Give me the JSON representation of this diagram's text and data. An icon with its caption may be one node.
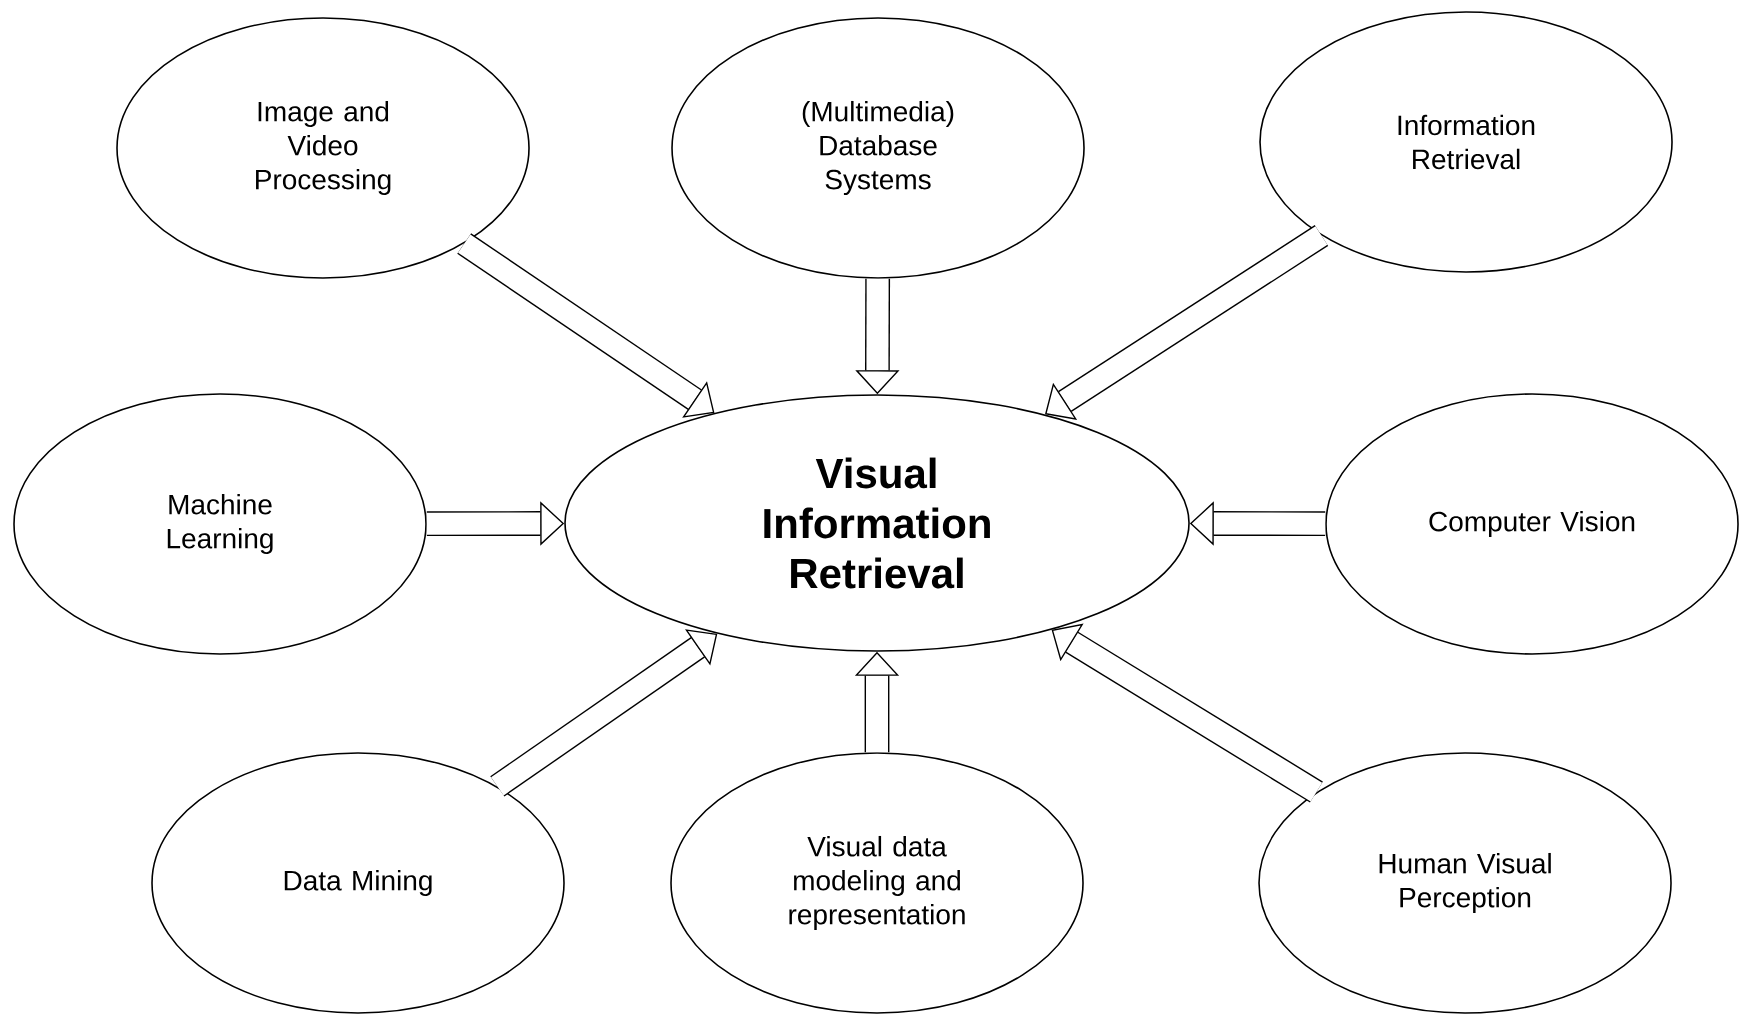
{
  "diagram": {
    "nodes": [
      {
        "text": [
          "Visual Information Retrieval"
        ]
      },
      {
        "text": [
          "Image and Video Processing"
        ]
      },
      {
        "text": [
          "(Multimedia) Database Systems"
        ]
      },
      {
        "text": [
          "Information Retrieval"
        ]
      },
      {
        "text": [
          "Machine Learning"
        ]
      },
      {
        "text": [
          "Computer Vision"
        ]
      },
      {
        "text": [
          "Data Mining"
        ]
      },
      {
        "text": [
          "Visual data modeling and representation"
        ]
      },
      {
        "text": [
          "Human Visual Perception"
        ]
      }
    ],
    "edges": [
      {
        "from": 1,
        "to": 0,
        "arrow": "to"
      },
      {
        "from": 2,
        "to": 0,
        "arrow": "to"
      },
      {
        "from": 3,
        "to": 0,
        "arrow": "to"
      },
      {
        "from": 4,
        "to": 0,
        "arrow": "to"
      },
      {
        "from": 5,
        "to": 0,
        "arrow": "to"
      },
      {
        "from": 6,
        "to": 0,
        "arrow": "to"
      },
      {
        "from": 7,
        "to": 0,
        "arrow": "to"
      },
      {
        "from": 8,
        "to": 0,
        "arrow": "to"
      }
    ]
  }
}
